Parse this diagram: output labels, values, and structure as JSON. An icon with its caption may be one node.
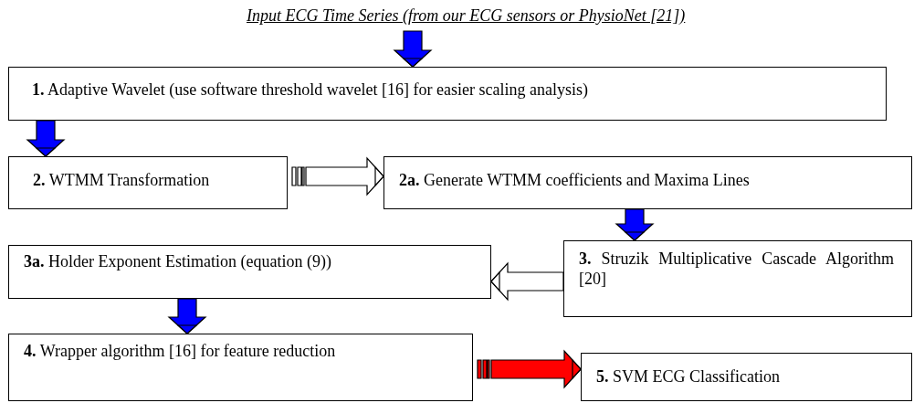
{
  "diagram": {
    "nodes": [
      {
        "text": [
          "Input ECG Time Series (from our ECG sensors or PhysioNet [21])"
        ]
      },
      {
        "text": [
          "**1.** Adaptive Wavelet (use software threshold wavelet [16] for easier scaling analysis)"
        ]
      },
      {
        "text": [
          "**2.** WTMM Transformation"
        ]
      },
      {
        "text": [
          "**2a.** Generate WTMM coefficients and Maxima Lines"
        ]
      },
      {
        "text": [
          "**3.** Struzik Multiplicative Cascade Algorithm [20]"
        ]
      },
      {
        "text": [
          "**3a.** Holder Exponent Estimation (equation (9))"
        ]
      },
      {
        "text": [
          "**4.** Wrapper algorithm [16] for feature reduction"
        ]
      },
      {
        "text": [
          "**5.** SVM ECG Classification"
        ]
      }
    ],
    "edges": [
      {
        "from": 0,
        "to": 1,
        "arrow": "to"
      },
      {
        "from": 1,
        "to": 2,
        "arrow": "to"
      },
      {
        "from": 2,
        "to": 3,
        "arrow": "to",
        "color": "#ffffff"
      },
      {
        "from": 3,
        "to": 4,
        "arrow": "to"
      },
      {
        "from": 4,
        "to": 5,
        "arrow": "to",
        "color": "#ffffff"
      },
      {
        "from": 5,
        "to": 6,
        "arrow": "to"
      },
      {
        "from": 6,
        "to": 7,
        "arrow": "to",
        "color": "#ff0000"
      }
    ]
  }
}
